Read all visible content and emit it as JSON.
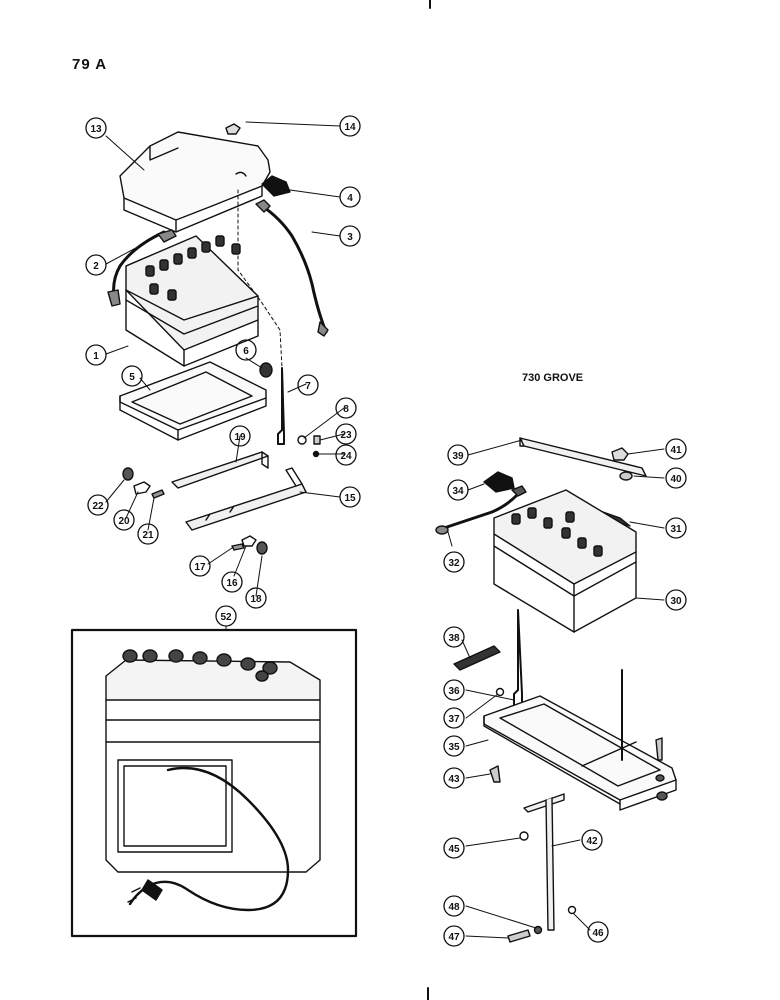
{
  "page": {
    "title": "79 A",
    "section_label": "730 GROVE"
  },
  "callouts": {
    "c1": "1",
    "c2": "2",
    "c3": "3",
    "c4": "4",
    "c5": "5",
    "c6": "6",
    "c7": "7",
    "c8": "8",
    "c13": "13",
    "c14": "14",
    "c15": "15",
    "c16": "16",
    "c17": "17",
    "c18": "18",
    "c19": "19",
    "c20": "20",
    "c21": "21",
    "c22": "22",
    "c23": "23",
    "c24": "24",
    "c30": "30",
    "c31": "31",
    "c32": "32",
    "c34": "34",
    "c35": "35",
    "c36": "36",
    "c37": "37",
    "c38": "38",
    "c39": "39",
    "c40": "40",
    "c41": "41",
    "c42": "42",
    "c43": "43",
    "c45": "45",
    "c46": "46",
    "c47": "47",
    "c48": "48",
    "c52": "52"
  }
}
